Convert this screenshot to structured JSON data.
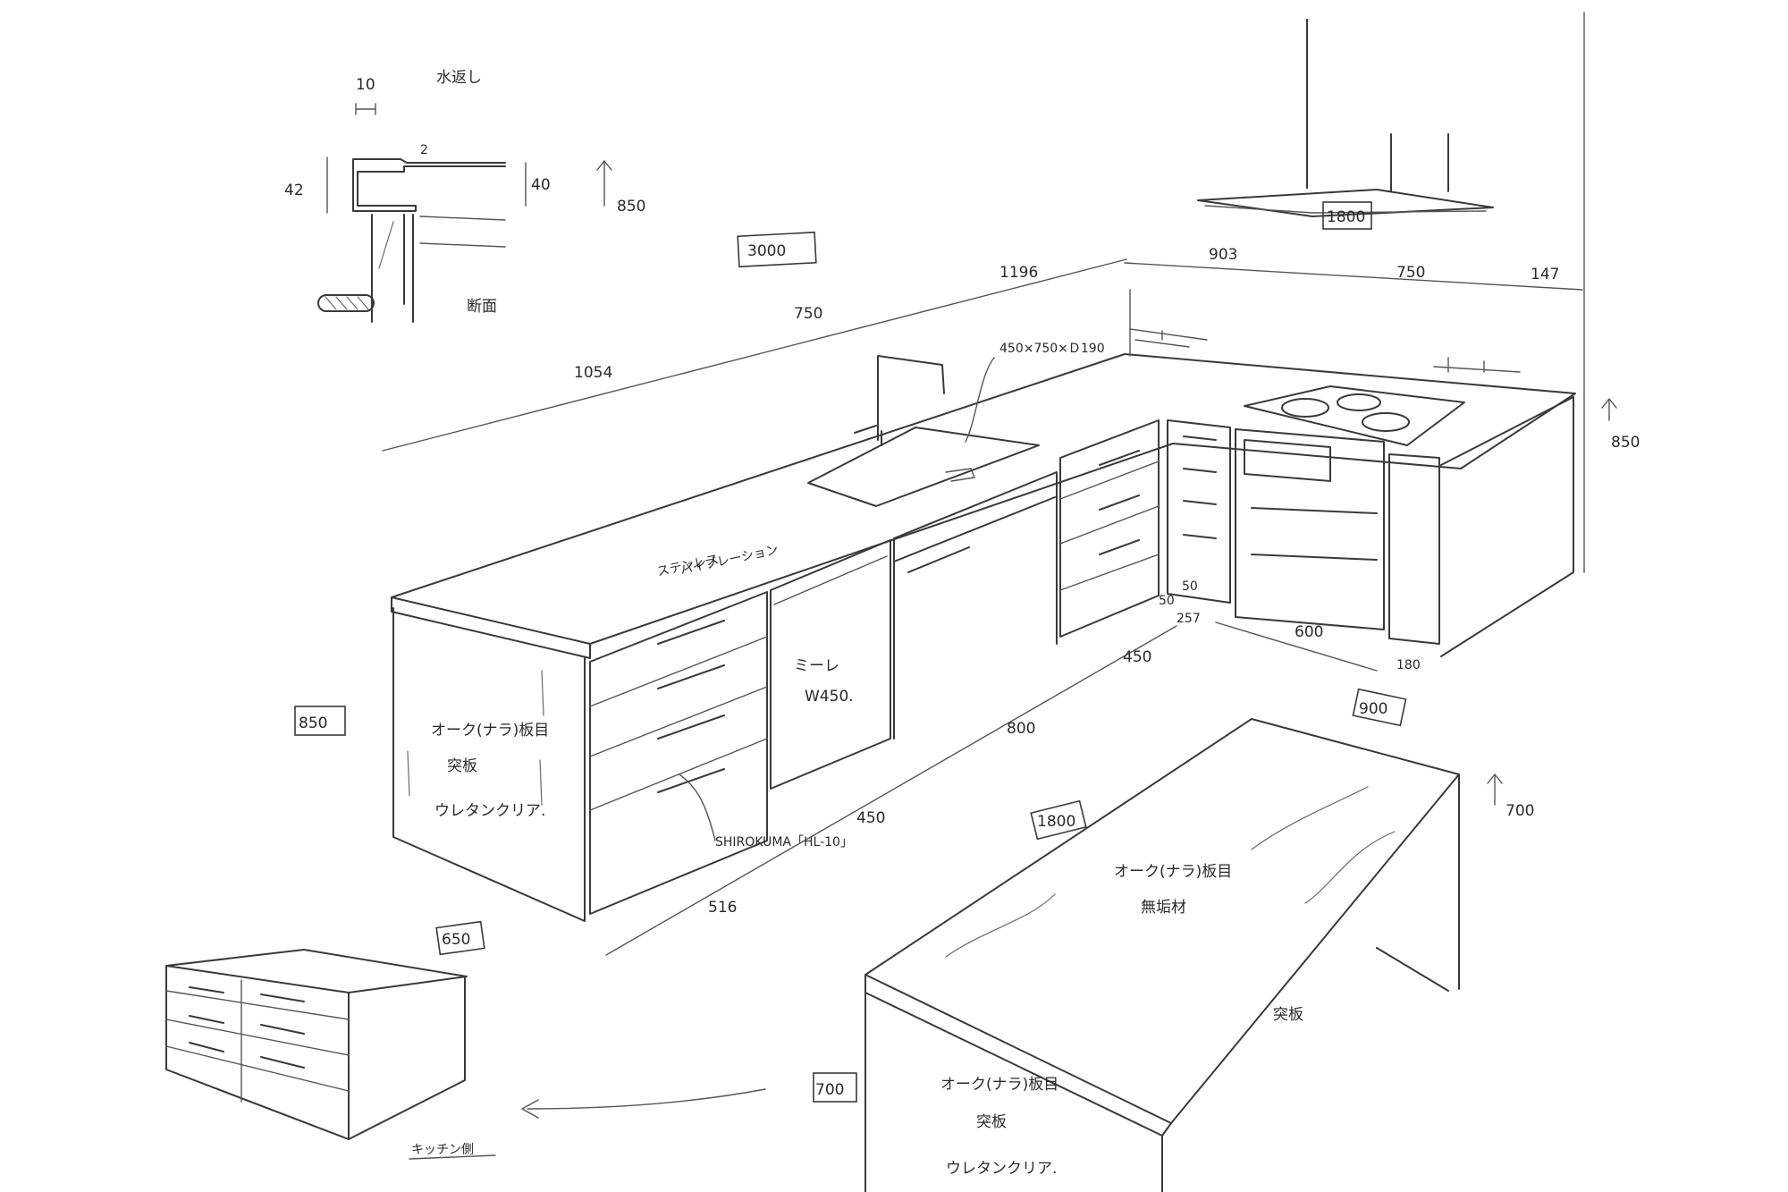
{
  "section_detail": {
    "dim_10": "10",
    "title": "水返し",
    "dim_42": "42",
    "dim_2": "2",
    "dim_40": "40",
    "dim_850": "850",
    "label": "断面"
  },
  "overall_width": "3000",
  "hood_width": "1800",
  "top_dims": {
    "d1054": "1054",
    "d750a": "750",
    "d1196": "1196",
    "d903": "903",
    "d750b": "750",
    "d147": "147"
  },
  "sink_size": "450×750×Ｄ190",
  "right_height": "850",
  "countertop_material": [
    "ステンレス",
    "バイブレーション"
  ],
  "dishwasher": [
    "ミーレ",
    "W450."
  ],
  "left_height": "850",
  "cabinet_material": [
    "オーク(ナラ)板目",
    "突板",
    "ウレタンクリア."
  ],
  "pull_handle": "SHIROKUMA「HL-10」",
  "bottom_dims": {
    "d516": "516",
    "d450a": "450",
    "d800": "800",
    "d450b": "450",
    "d257": "257",
    "d50a": "50",
    "d50b": "50",
    "d600": "600",
    "d180": "180",
    "d900": "900"
  },
  "island": {
    "width": "1800",
    "height_right": "700",
    "height_left": "700",
    "top_material": [
      "オーク(ナラ)板目",
      "無垢材"
    ],
    "side_label": "突板",
    "front_material": [
      "オーク(ナラ)板目",
      "突板",
      "ウレタンクリア."
    ]
  },
  "side_cabinet": {
    "width": "650",
    "label": "キッチン側"
  }
}
